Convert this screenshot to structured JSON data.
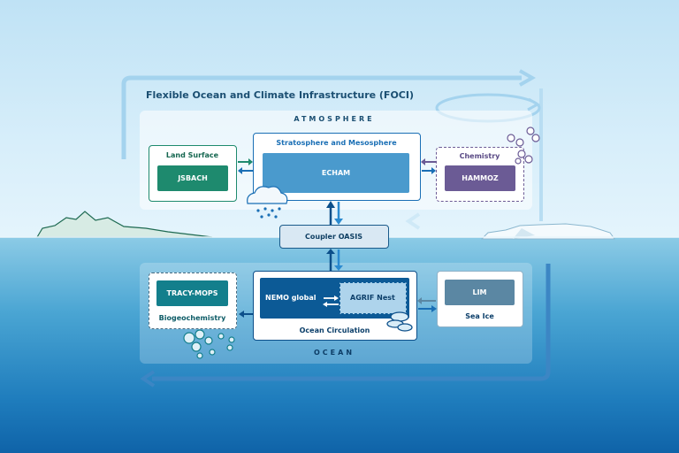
{
  "title": "Flexible Ocean and Climate Infrastructure (FOCI)",
  "sections": {
    "atmosphere": "ATMOSPHERE",
    "ocean": "OCEAN"
  },
  "land_surface": {
    "heading": "Land Surface",
    "model": "JSBACH"
  },
  "stratosphere": {
    "heading": "Stratosphere and Mesosphere",
    "model": "ECHAM"
  },
  "chemistry": {
    "heading": "Chemistry",
    "model": "HAMMOZ"
  },
  "coupler": {
    "label": "Coupler  OASIS"
  },
  "ocean_circulation": {
    "global_model": "NEMO global",
    "nest_model": "AGRIF Nest",
    "caption": "Ocean Circulation"
  },
  "biogeochemistry": {
    "model": "TRACY-MOPS",
    "caption": "Biogeochemistry"
  },
  "sea_ice": {
    "model": "LIM",
    "caption": "Sea Ice"
  },
  "colors": {
    "land_green": "#1e8a6e",
    "echam_blue": "#4a9acd",
    "hammoz_purple": "#6b5b95",
    "nemo_navy": "#0c5a96",
    "agrif_light": "#aed4ec",
    "tracy_teal": "#137f8c",
    "lim_slate": "#5b87a3"
  }
}
